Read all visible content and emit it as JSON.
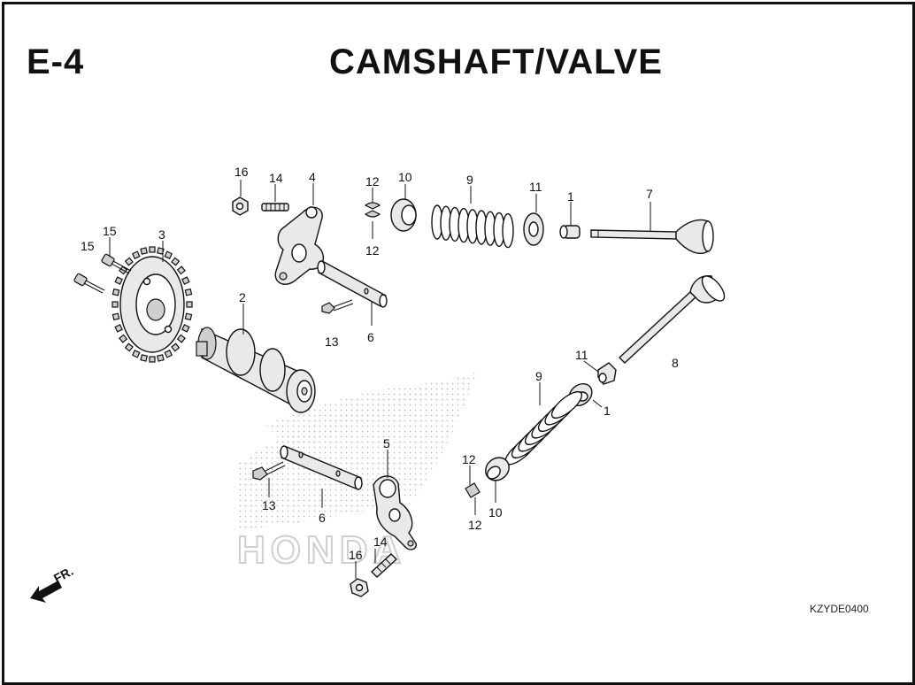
{
  "header": {
    "section_code": "E-4",
    "title": "CAMSHAFT/VALVE"
  },
  "figure_code": "KZYDE0400",
  "direction_marker": "FR.",
  "callouts": {
    "c16a": "16",
    "c14a": "14",
    "c4": "4",
    "c12a": "12",
    "c12b": "12",
    "c10a": "10",
    "c9a": "9",
    "c11a": "11",
    "c1a": "1",
    "c7": "7",
    "c15a": "15",
    "c15b": "15",
    "c3": "3",
    "c2": "2",
    "c13a": "13",
    "c6a": "6",
    "c11b": "11",
    "c8": "8",
    "c9b": "9",
    "c1b": "1",
    "c5": "5",
    "c12c": "12",
    "c12d": "12",
    "c10b": "10",
    "c13b": "13",
    "c6b": "6",
    "c14b": "14",
    "c16b": "16"
  },
  "watermark_text": "HONDA"
}
